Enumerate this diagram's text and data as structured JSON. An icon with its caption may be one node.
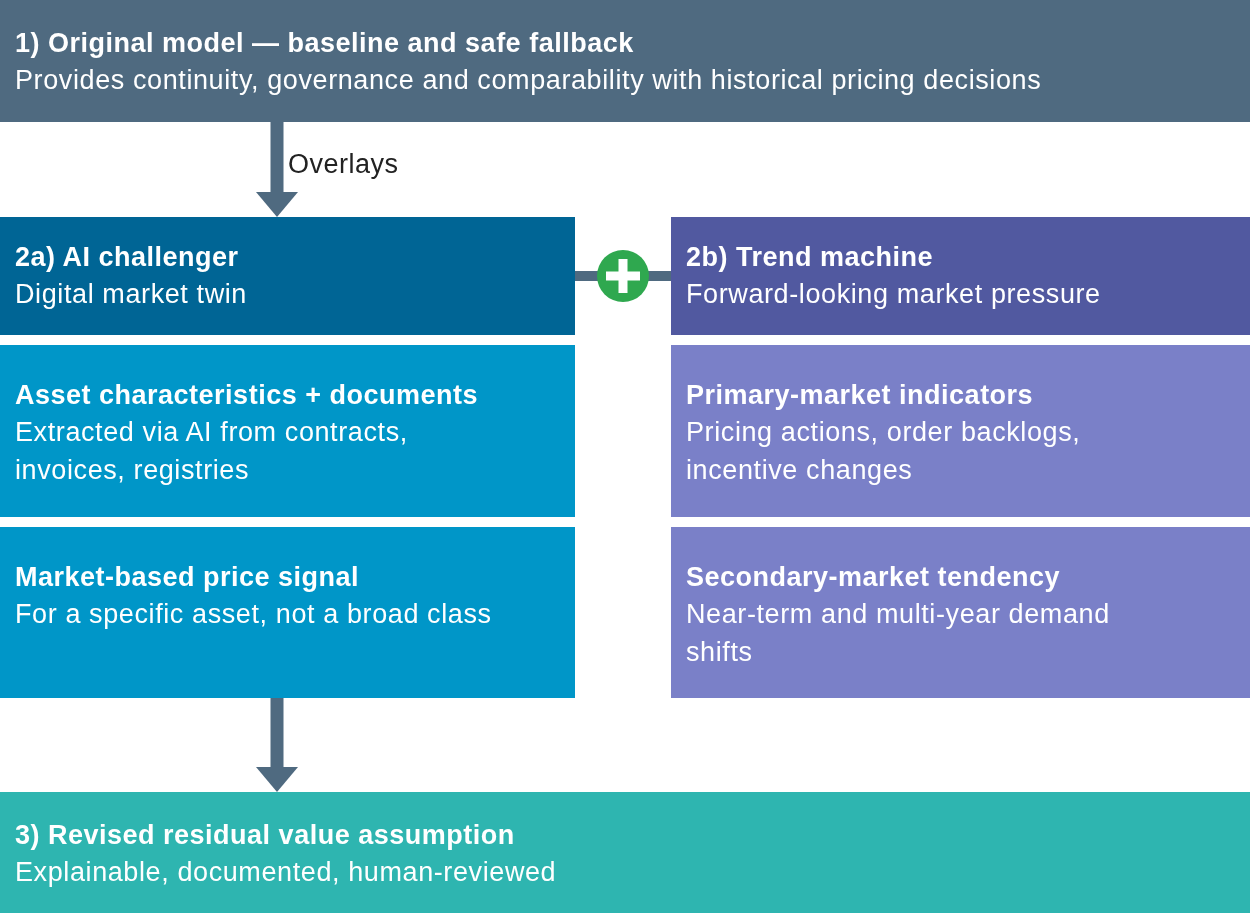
{
  "diagram": {
    "nodes": [
      {
        "text": [
          "1) Original model — baseline and safe fallback",
          "Provides continuity, governance and comparability with historical pricing decisions"
        ]
      },
      {
        "text": [
          "2a) AI challenger",
          "Digital market twin"
        ]
      },
      {
        "text": [
          "2b) Trend machine",
          "Forward-looking market pressure"
        ]
      },
      {
        "text": [
          "Asset characteristics + documents",
          "Extracted via AI from contracts, invoices, registries"
        ]
      },
      {
        "text": [
          "Market-based price signal",
          "For a specific asset, not a broad class"
        ]
      },
      {
        "text": [
          "Primary-market indicators",
          "Pricing actions, order backlogs, incentive changes"
        ]
      },
      {
        "text": [
          "Secondary-market tendency",
          "Near-term and multi-year demand shifts"
        ]
      },
      {
        "text": [
          "3) Revised residual value assumption",
          "Explainable, documented, human-reviewed"
        ]
      }
    ],
    "edges": [
      {
        "from": 0,
        "to": 1,
        "arrow": "to",
        "label": "Overlays"
      },
      {
        "from": 1,
        "to": 2,
        "arrow": "none"
      },
      {
        "from": 4,
        "to": 7,
        "arrow": "to"
      }
    ]
  }
}
